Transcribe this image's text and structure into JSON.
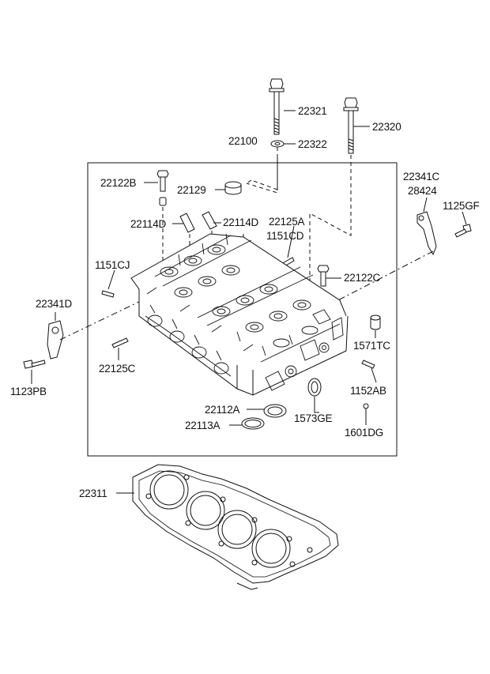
{
  "parts": {
    "p22321": "22321",
    "p22322": "22322",
    "p22320": "22320",
    "p22100": "22100",
    "p22122B": "22122B",
    "p22129": "22129",
    "p22341C": "22341C",
    "p28424": "28424",
    "p1125GF": "1125GF",
    "p22114D_left": "22114D",
    "p22114D_right": "22114D",
    "p22125A": "22125A",
    "p1151CD": "1151CD",
    "p1151CJ": "1151CJ",
    "p22122C": "22122C",
    "p22341D": "22341D",
    "p1571TC": "1571TC",
    "p22125C": "22125C",
    "p1123PB": "1123PB",
    "p1152AB": "1152AB",
    "p22112A": "22112A",
    "p1573GE": "1573GE",
    "p22113A": "22113A",
    "p1601DG": "1601DG",
    "p22311": "22311"
  }
}
